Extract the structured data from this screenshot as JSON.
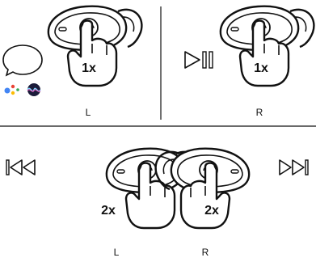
{
  "top": {
    "left": {
      "tap_count": "1x",
      "side_label": "L"
    },
    "right": {
      "tap_count": "1x",
      "side_label": "R"
    }
  },
  "bottom": {
    "left": {
      "tap_count": "2x",
      "side_label": "L"
    },
    "right": {
      "tap_count": "2x",
      "side_label": "R"
    }
  },
  "icons": {
    "voice_assistant": [
      "speech-bubble-icon",
      "google-assistant-icon",
      "siri-icon"
    ],
    "top_right_action": "play-pause-icon",
    "bottom_left_action": "previous-track-icon",
    "bottom_right_action": "next-track-icon"
  },
  "colors": {
    "line": "#111111",
    "google_blue": "#4285F4",
    "google_red": "#EA4335",
    "google_yellow": "#FBBC05",
    "google_green": "#34A853",
    "siri_dark": "#1b1b3a"
  }
}
